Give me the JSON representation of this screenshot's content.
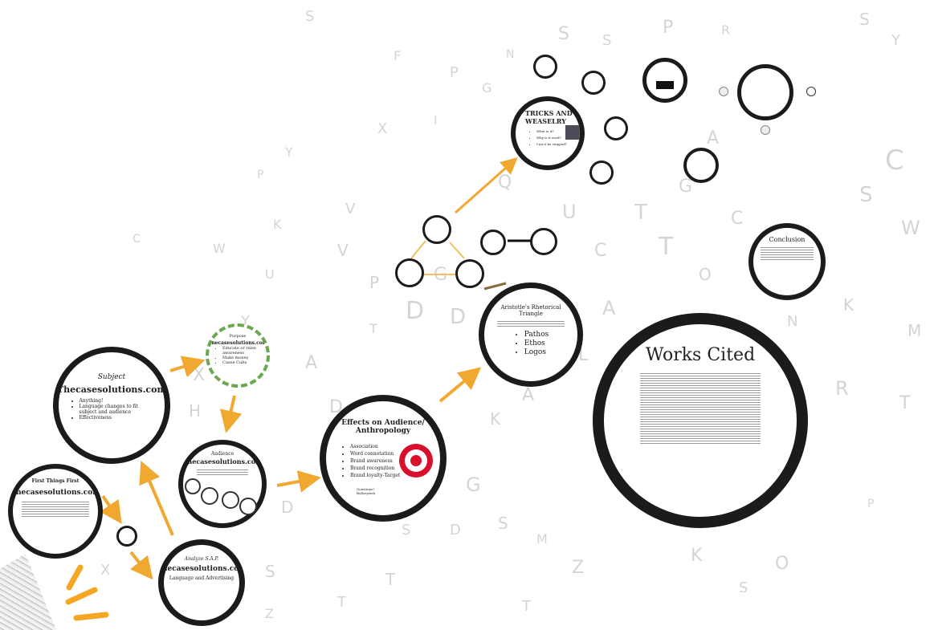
{
  "subject": {
    "heading": "Subject",
    "title": "Thecasesolutions.com",
    "items": [
      "Anything!",
      "Language changes to fit subject and audience",
      "Effectiveness"
    ]
  },
  "first_things": {
    "title": "First Things First",
    "subtitle": "Thecasesolutions.com"
  },
  "purpose": {
    "heading": "Purpose",
    "title": "Thecasesolutions.com",
    "items": [
      "Educate or raise awareness",
      "Make money",
      "Cause Cults"
    ]
  },
  "audience": {
    "heading": "Audience",
    "title": "Thecasesolutions.com"
  },
  "analyze": {
    "heading": "Analyze S.A.P.",
    "title": "Thecasesolutions.com",
    "subtitle": "Language and Advertising"
  },
  "effects": {
    "title": "Effects on Audience/ Anthropology",
    "items": [
      "Association",
      "Word connotation",
      "Brand awareness",
      "Brand recognition",
      "Brand loyalty-Target"
    ],
    "footer": [
      "Questions?",
      "Bullseyeish"
    ]
  },
  "rhetoric": {
    "title": "Aristotle's Rhetorical Triangle",
    "items": [
      "Pathos",
      "Ethos",
      "Logos"
    ]
  },
  "tricks": {
    "title": "TRICKS AND WEASELRY",
    "items": [
      "What is it?",
      "Why is it used?",
      "Can it be stopped?"
    ]
  },
  "conclusion": {
    "title": "Conclusion"
  },
  "works_cited": {
    "title": "Works Cited"
  },
  "colors": {
    "arrow": "#f0a830",
    "ring": "#1b1b1b",
    "target_red": "#d8102b",
    "dashed_ring": "#6aa84f"
  },
  "icons": [
    "target-logo-icon",
    "scattered-letters-decoration"
  ]
}
